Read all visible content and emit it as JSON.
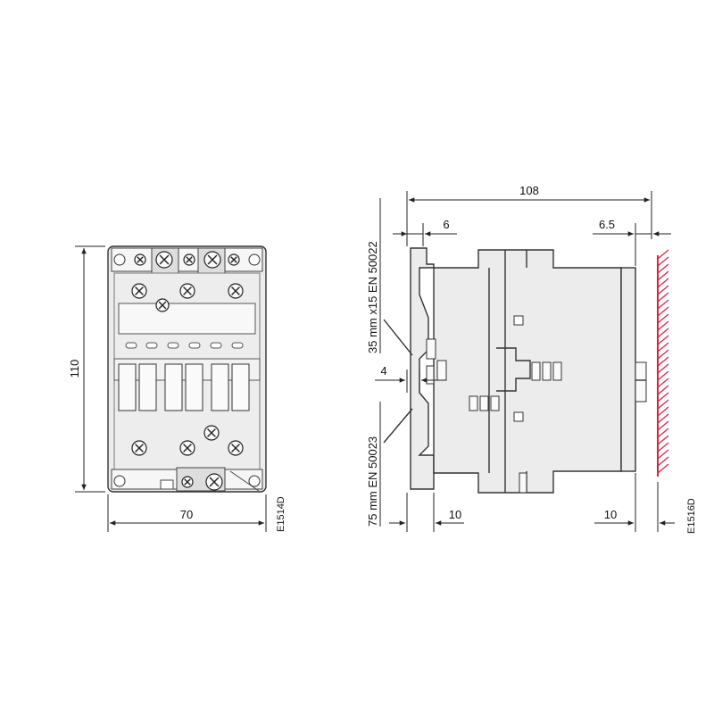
{
  "front_view": {
    "height_label": "110",
    "width_label": "70",
    "code": "E1514D"
  },
  "side_view": {
    "depth_label": "108",
    "left_offset_label": "6",
    "right_offset_label": "6.5",
    "rail_offset_label": "4",
    "bottom_left_label": "10",
    "bottom_right_label": "10",
    "rail_35_label": "35 mm x15 EN 50022",
    "rail_75_label": "75 mm EN 50023",
    "code": "E1516D",
    "wall_color": "#e0203a"
  }
}
